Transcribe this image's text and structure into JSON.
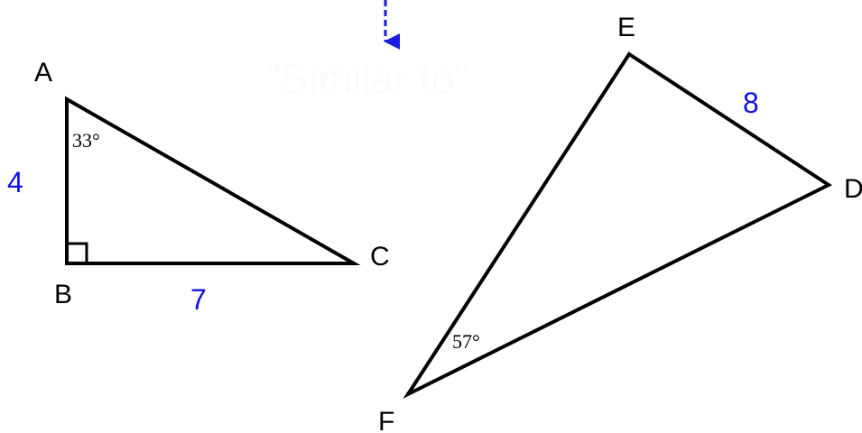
{
  "faint_caption": "\"Similar to\"",
  "triangle_abc": {
    "vertices": {
      "a": "A",
      "b": "B",
      "c": "C"
    },
    "side_ab": "4",
    "side_bc": "7",
    "angle_a": "33°"
  },
  "triangle_def": {
    "vertices": {
      "d": "D",
      "e": "E",
      "f": "F"
    },
    "side_ed": "8",
    "angle_f": "57°"
  },
  "colors": {
    "stroke": "#000000",
    "side_label": "#1010e0",
    "arrow": "#1a1ae0"
  }
}
